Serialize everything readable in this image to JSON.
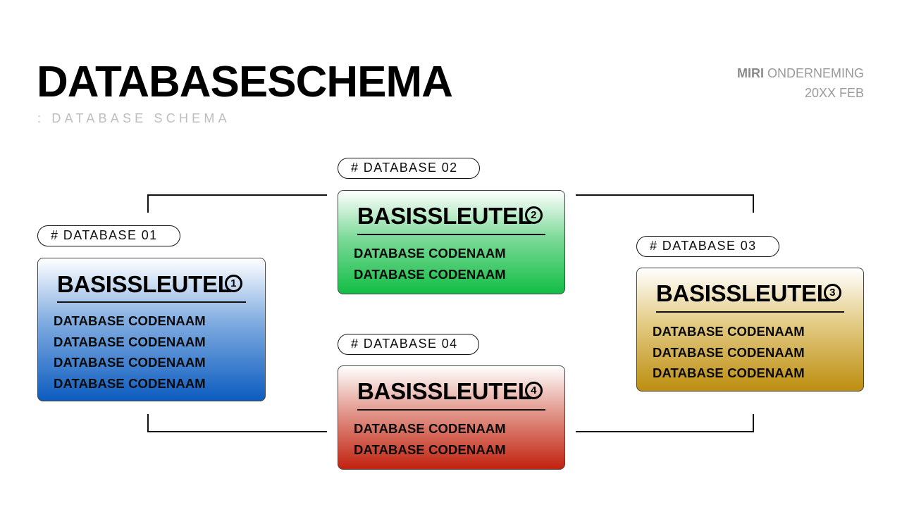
{
  "header": {
    "title": "DATABASESCHEMA",
    "subtitle": ": DATABASE SCHEMA",
    "company_bold": "MIRI",
    "company_rest": " ONDERNEMING",
    "date": "20XX FEB"
  },
  "databases": [
    {
      "label": "# DATABASE 01",
      "heading": "BASISSLEUTEL",
      "badge": "1",
      "color": "#0c5cc0",
      "rows": [
        "DATABASE CODENAAM",
        "DATABASE CODENAAM",
        "DATABASE CODENAAM",
        "DATABASE CODENAAM"
      ]
    },
    {
      "label": "# DATABASE 02",
      "heading": "BASISSLEUTEL",
      "badge": "2",
      "color": "#12bd45",
      "rows": [
        "DATABASE CODENAAM",
        "DATABASE CODENAAM"
      ]
    },
    {
      "label": "# DATABASE 03",
      "heading": "BASISSLEUTEL",
      "badge": "3",
      "color": "#bd8e0f",
      "rows": [
        "DATABASE CODENAAM",
        "DATABASE CODENAAM",
        "DATABASE CODENAAM"
      ]
    },
    {
      "label": "# DATABASE 04",
      "heading": "BASISSLEUTEL",
      "badge": "4",
      "color": "#c2220f",
      "rows": [
        "DATABASE CODENAAM",
        "DATABASE CODENAAM"
      ]
    }
  ],
  "connectors": [
    {
      "from": "database-01",
      "to": "database-02"
    },
    {
      "from": "database-02",
      "to": "database-03"
    },
    {
      "from": "database-01",
      "to": "database-04"
    },
    {
      "from": "database-04",
      "to": "database-03"
    }
  ]
}
